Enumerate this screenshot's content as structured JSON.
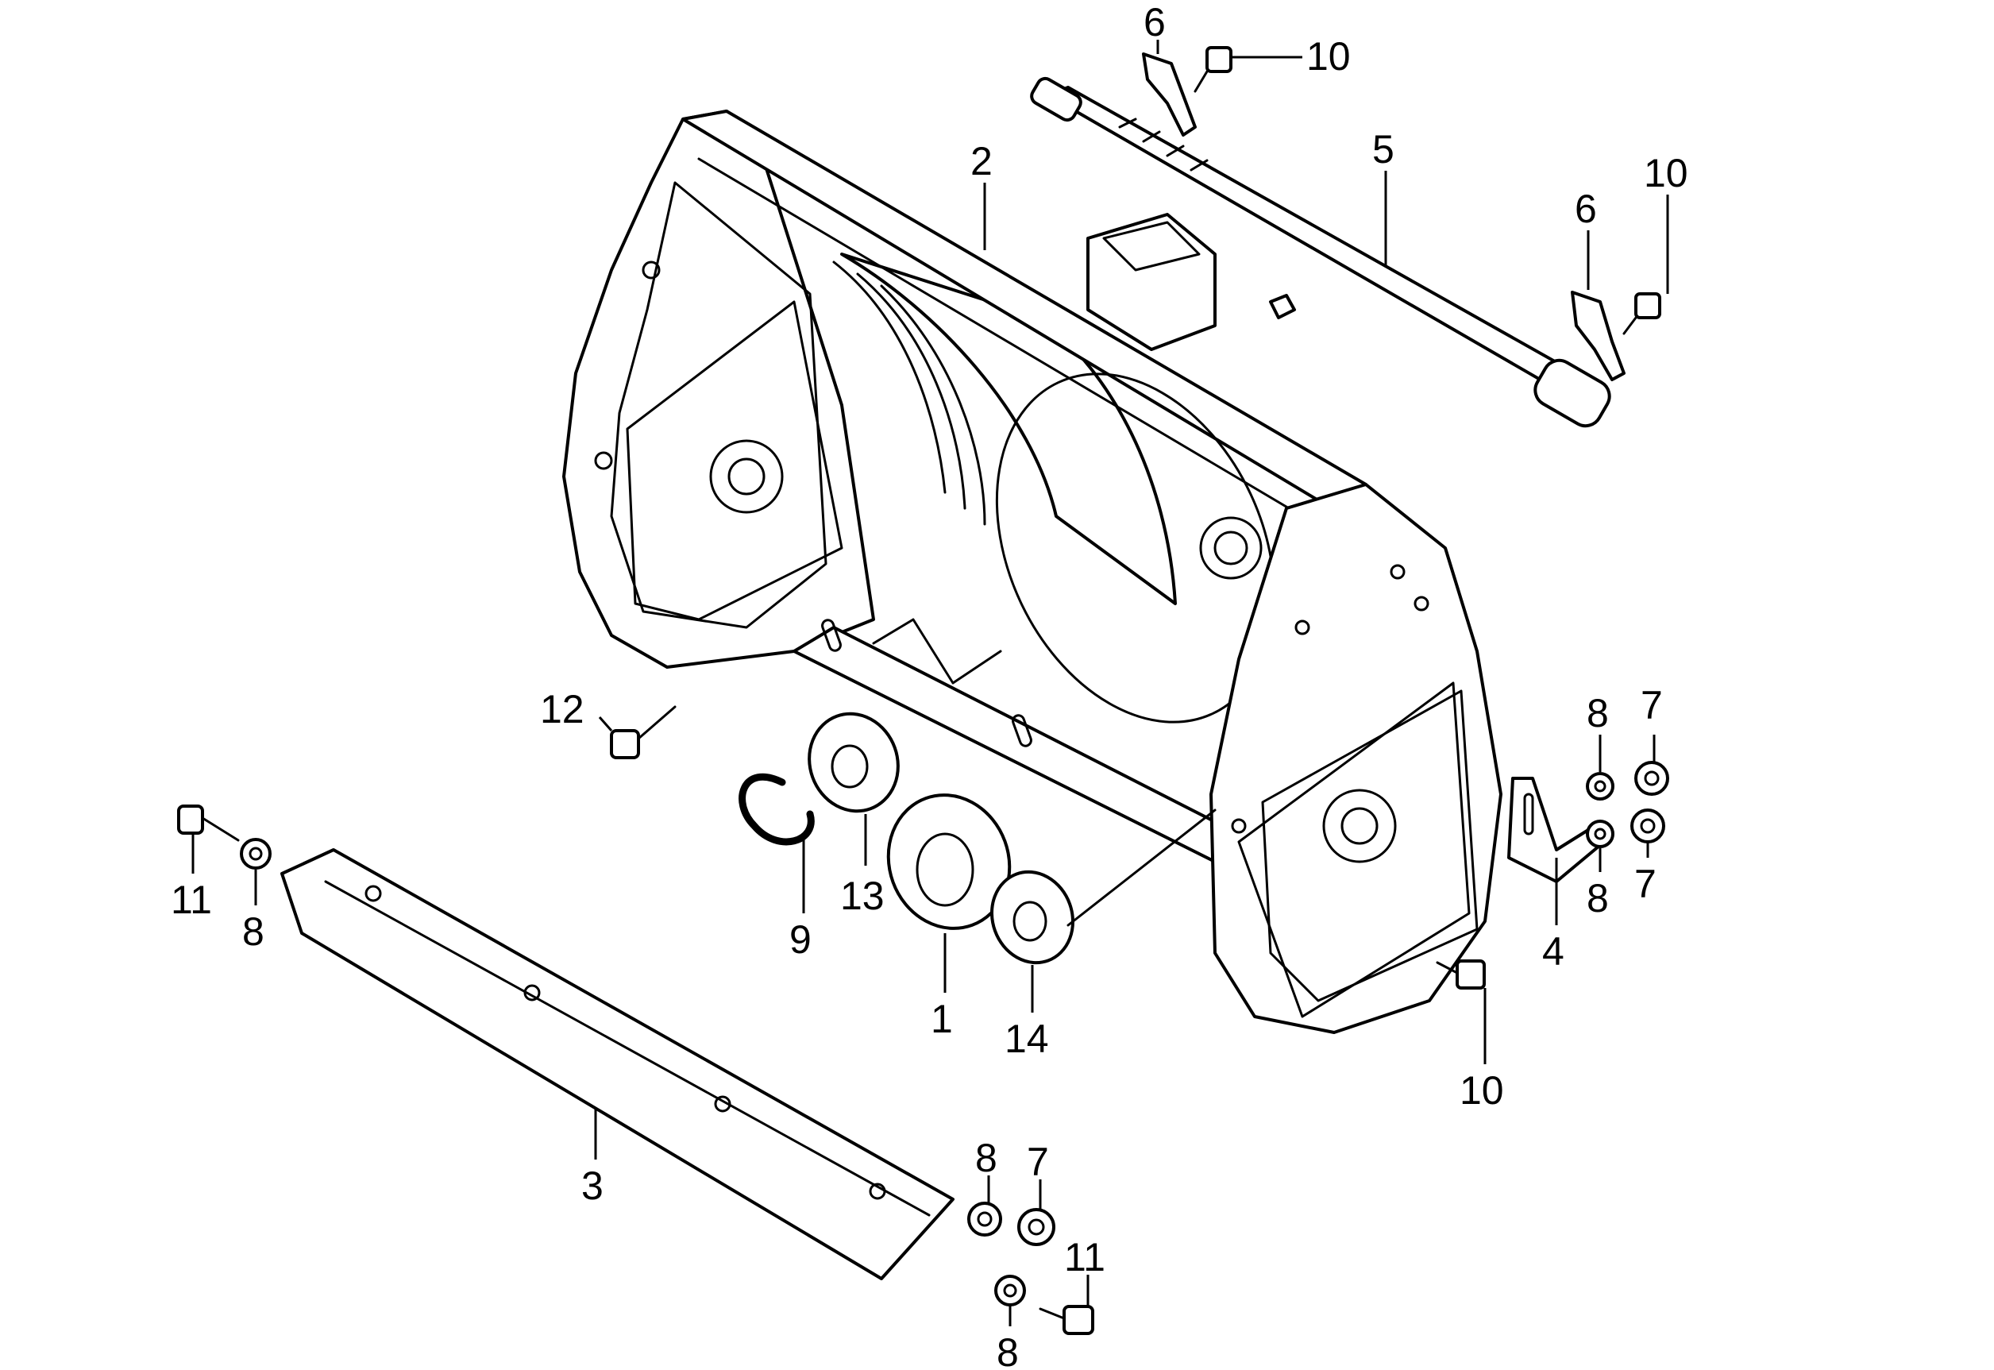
{
  "callouts": {
    "c1": "1",
    "c2": "2",
    "c3": "3",
    "c4": "4",
    "c5": "5",
    "c6a": "6",
    "c6b": "6",
    "c7a": "7",
    "c7b": "7",
    "c7c": "7",
    "c8a": "8",
    "c8b": "8",
    "c8c": "8",
    "c8d": "8",
    "c8e": "8",
    "c9": "9",
    "c10a": "10",
    "c10b": "10",
    "c10c": "10",
    "c11a": "11",
    "c11b": "11",
    "c12": "12",
    "c13": "13",
    "c14": "14"
  }
}
